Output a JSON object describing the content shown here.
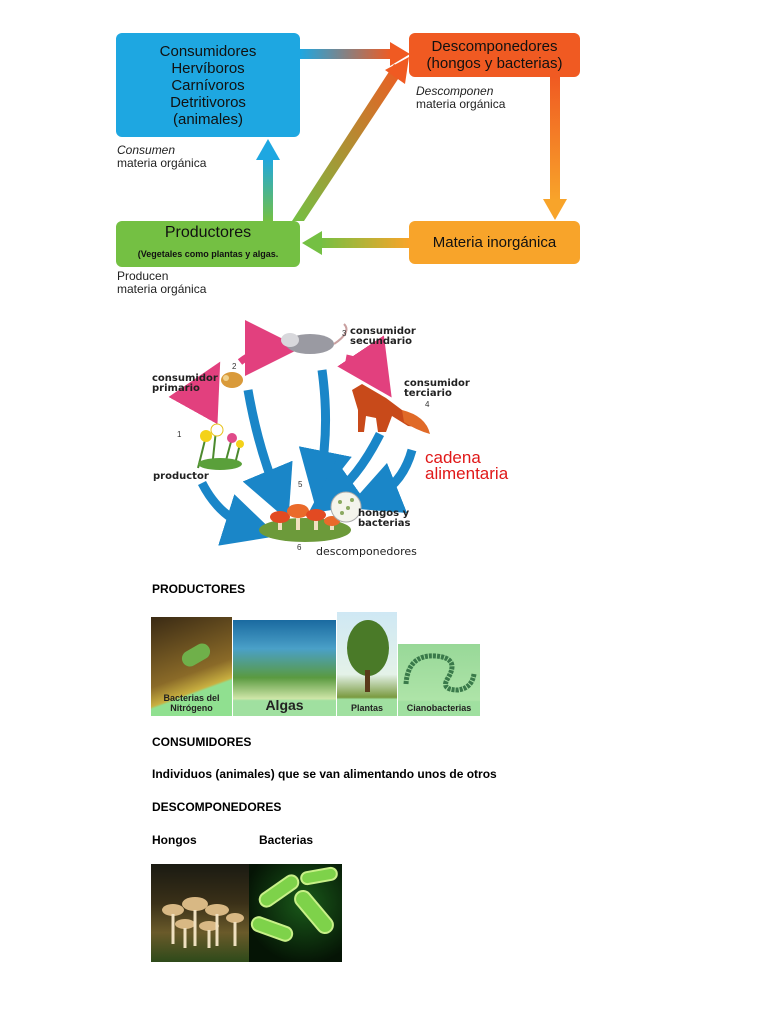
{
  "diagram1": {
    "consumidores": {
      "lines": [
        "Consumidores",
        "Hervíboros",
        "Carnívoros",
        "Detritivoros",
        "(animales)"
      ],
      "caption_italic": "Consumen",
      "caption": "materia orgánica"
    },
    "descomponedores": {
      "lines": [
        "Descomponedores",
        "(hongos y bacterias)"
      ],
      "caption_italic": "Descomponen",
      "caption": "materia orgánica"
    },
    "productores": {
      "title": "Productores",
      "subtitle": "(Vegetales como plantas y algas.",
      "caption_italic": "Producen",
      "caption": "materia orgánica"
    },
    "materia_inorganica": {
      "label": "Materia inorgánica"
    },
    "colors": {
      "consumidores": "#1ea7e1",
      "descomponedores": "#f05a22",
      "productores": "#74c043",
      "inorganica": "#f8a42a"
    }
  },
  "diagram2": {
    "consumidor_secundario": [
      "consumidor",
      "secundario"
    ],
    "consumidor_primario": [
      "consumidor",
      "primario"
    ],
    "consumidor_terciario": [
      "consumidor",
      "terciario"
    ],
    "productor": "productor",
    "hongos_bacterias": [
      "hongos y",
      "bacterias"
    ],
    "descomponedores": "descomponedores",
    "title": [
      "cadena",
      "alimentaria"
    ],
    "numbers": [
      "1",
      "2",
      "3",
      "4",
      "5",
      "6"
    ]
  },
  "sections": {
    "productores_heading": "PRODUCTORES",
    "productores_photos": [
      "Bacterias del Nitrógeno",
      "Algas",
      "Plantas",
      "Cianobacterias"
    ],
    "consumidores_heading": "CONSUMIDORES",
    "consumidores_text": "Individuos (animales) que se van alimentando unos de otros",
    "descomponedores_heading": "DESCOMPONEDORES",
    "hongos_label": "Hongos",
    "bacterias_label": "Bacterias"
  }
}
